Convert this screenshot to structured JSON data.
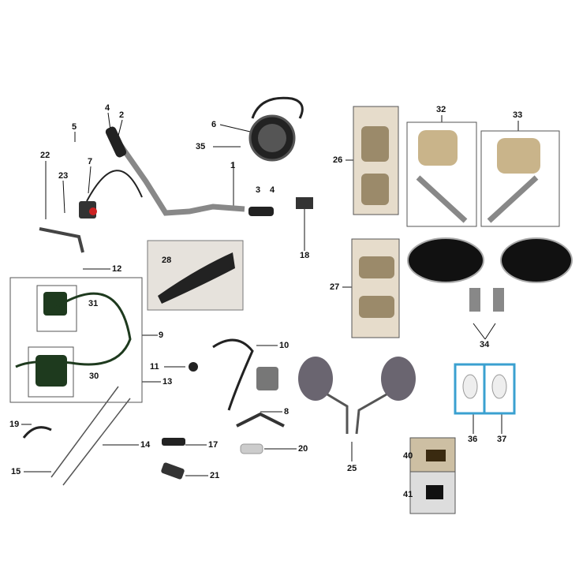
{
  "diagram": {
    "title": "Handlebar, controls and mirrors exploded parts diagram",
    "callouts": {
      "c1": "1",
      "c2": "2",
      "c3": "3",
      "c4a": "4",
      "c4b": "4",
      "c5": "5",
      "c6": "6",
      "c7": "7",
      "c8": "8",
      "c9": "9",
      "c10": "10",
      "c11": "11",
      "c12": "12",
      "c13": "13",
      "c14": "14",
      "c15": "15",
      "c17": "17",
      "c18": "18",
      "c19": "19",
      "c20": "20",
      "c21": "21",
      "c22": "22",
      "c23": "23",
      "c25": "25",
      "c26": "26",
      "c27": "27",
      "c28": "28",
      "c30": "30",
      "c31": "31",
      "c32": "32",
      "c33": "33",
      "c34": "34",
      "c35": "35",
      "c36": "36",
      "c37": "37",
      "c40": "40",
      "c41": "41"
    },
    "colors": {
      "line": "#111111",
      "box": "#555555",
      "bulb_frame": "#3aa0d0",
      "photo_bg": "#e6dccb"
    }
  }
}
